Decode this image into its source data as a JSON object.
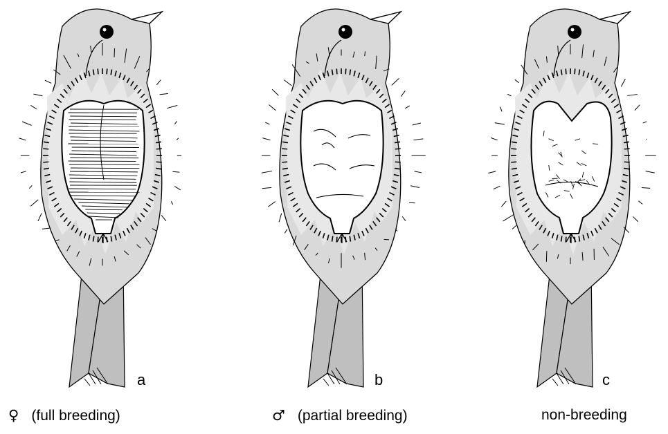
{
  "panels": [
    {
      "letter": "a",
      "symbol": "♀",
      "caption": "(full breeding)",
      "patch": "full"
    },
    {
      "letter": "b",
      "symbol": "♂",
      "caption": "(partial breeding)",
      "patch": "partial"
    },
    {
      "letter": "c",
      "symbol": "",
      "caption": "non-breeding",
      "patch": "none"
    }
  ],
  "colors": {
    "body": "#d9d9d9",
    "feather_light": "#e8e8e8",
    "tail": "#bfbfbf",
    "outline": "#000000"
  }
}
